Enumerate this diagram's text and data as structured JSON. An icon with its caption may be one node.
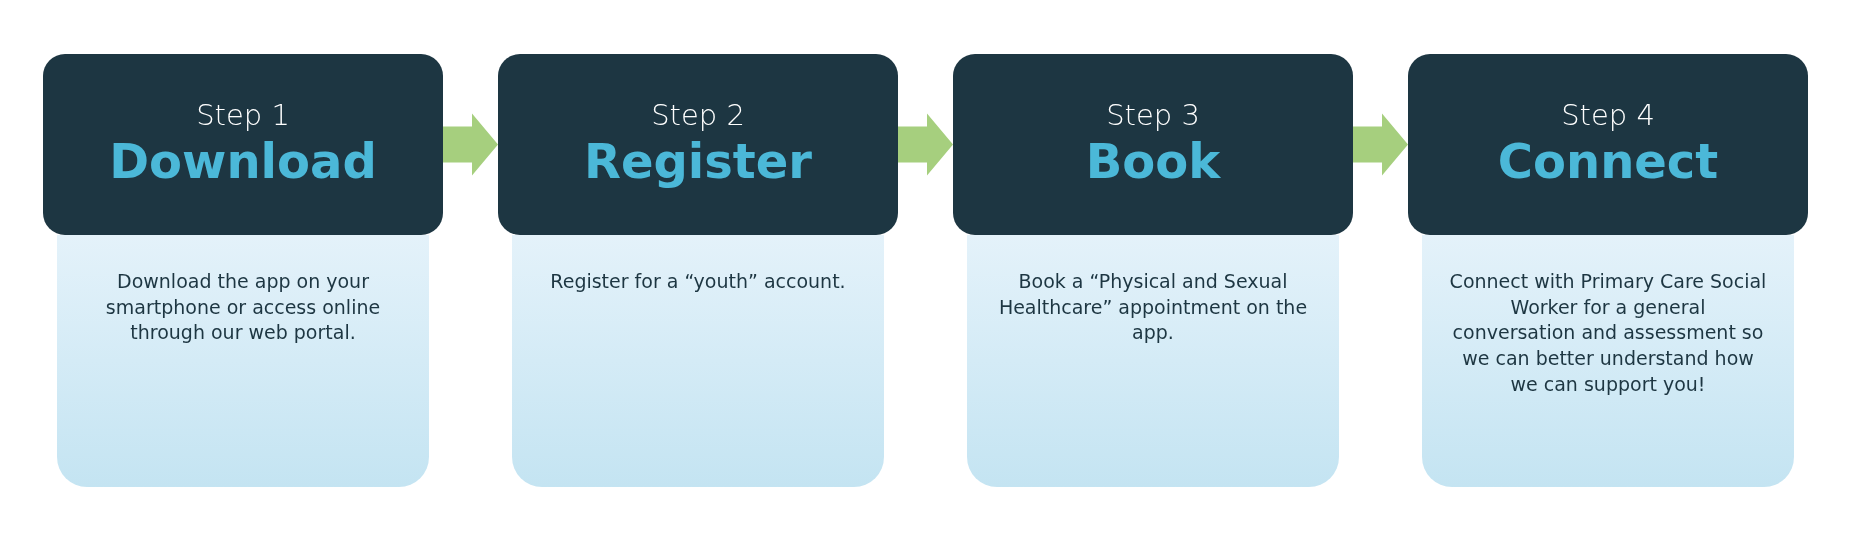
{
  "diagram": {
    "nodes": [
      {
        "text": [
          "Step 1",
          "Download"
        ]
      },
      {
        "text": [
          "Download the app on your smartphone or access online through our web portal."
        ]
      },
      {
        "text": [
          "Step 2",
          "Register"
        ]
      },
      {
        "text": [
          "Register for a “youth” account."
        ]
      },
      {
        "text": [
          "Step 3",
          "Book"
        ]
      },
      {
        "text": [
          "Book a “Physical and Sexual Healthcare” appointment on the app."
        ]
      },
      {
        "text": [
          "Step 4",
          "Connect"
        ]
      },
      {
        "text": [
          "Connect with Primary Care Social Worker for a general conversation and assessment so we can better understand how we can support you!"
        ]
      }
    ],
    "edges": [
      {
        "from": 0,
        "to": 2,
        "arrow": "to"
      },
      {
        "from": 2,
        "to": 4,
        "arrow": "to"
      },
      {
        "from": 4,
        "to": 6,
        "arrow": "to"
      }
    ]
  }
}
